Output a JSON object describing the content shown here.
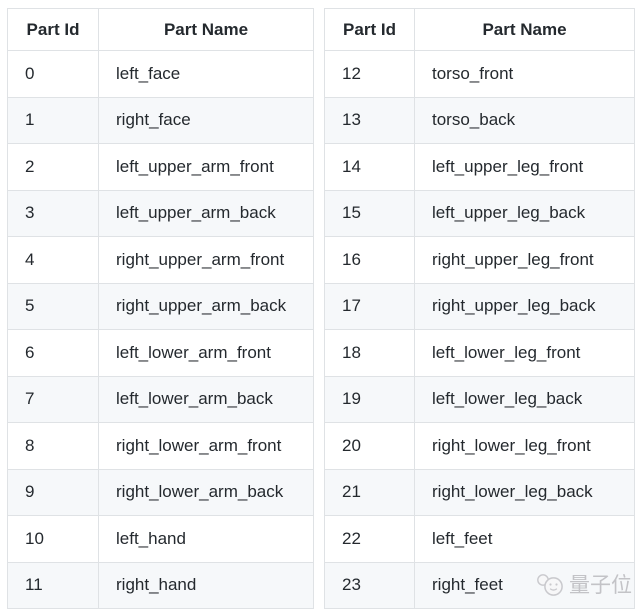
{
  "colors": {
    "background": "#ffffff",
    "table_border": "#dfe2e5",
    "stripe_row": "#f6f8fa",
    "text": "#24292e",
    "watermark": "#c3c3c7"
  },
  "tables": [
    {
      "id": "parts-table-left",
      "columns": [
        "Part Id",
        "Part Name"
      ],
      "rows": [
        {
          "part_id": "0",
          "part_name": "left_face"
        },
        {
          "part_id": "1",
          "part_name": "right_face"
        },
        {
          "part_id": "2",
          "part_name": "left_upper_arm_front"
        },
        {
          "part_id": "3",
          "part_name": "left_upper_arm_back"
        },
        {
          "part_id": "4",
          "part_name": "right_upper_arm_front"
        },
        {
          "part_id": "5",
          "part_name": "right_upper_arm_back"
        },
        {
          "part_id": "6",
          "part_name": "left_lower_arm_front"
        },
        {
          "part_id": "7",
          "part_name": "left_lower_arm_back"
        },
        {
          "part_id": "8",
          "part_name": "right_lower_arm_front"
        },
        {
          "part_id": "9",
          "part_name": "right_lower_arm_back"
        },
        {
          "part_id": "10",
          "part_name": "left_hand"
        },
        {
          "part_id": "11",
          "part_name": "right_hand"
        }
      ]
    },
    {
      "id": "parts-table-right",
      "columns": [
        "Part Id",
        "Part Name"
      ],
      "rows": [
        {
          "part_id": "12",
          "part_name": "torso_front"
        },
        {
          "part_id": "13",
          "part_name": "torso_back"
        },
        {
          "part_id": "14",
          "part_name": "left_upper_leg_front"
        },
        {
          "part_id": "15",
          "part_name": "left_upper_leg_back"
        },
        {
          "part_id": "16",
          "part_name": "right_upper_leg_front"
        },
        {
          "part_id": "17",
          "part_name": "right_upper_leg_back"
        },
        {
          "part_id": "18",
          "part_name": "left_lower_leg_front"
        },
        {
          "part_id": "19",
          "part_name": "left_lower_leg_back"
        },
        {
          "part_id": "20",
          "part_name": "right_lower_leg_front"
        },
        {
          "part_id": "21",
          "part_name": "right_lower_leg_back"
        },
        {
          "part_id": "22",
          "part_name": "left_feet"
        },
        {
          "part_id": "23",
          "part_name": "right_feet"
        }
      ]
    }
  ],
  "watermark": {
    "label": "量子位",
    "icon": "qbitai-mascot-icon"
  }
}
